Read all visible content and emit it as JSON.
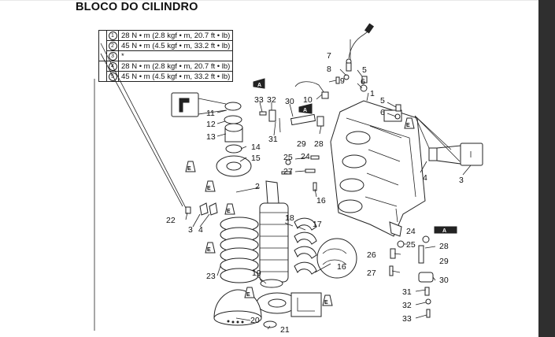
{
  "title": "BLOCO DO CILINDRO",
  "torque_specs": [
    {
      "num": "1",
      "text": "28 N • m (2.8 kgf • m, 20.7 ft • lb)"
    },
    {
      "num": "2",
      "text": "45 N • m (4.5 kgf • m, 33.2 ft • lb)"
    },
    {
      "num": "3",
      "text": "*"
    },
    {
      "num": "4",
      "text": "28 N • m (2.8 kgf • m, 20.7 ft • lb)"
    },
    {
      "num": "5",
      "text": "45 N • m (4.5 kgf • m, 33.2 ft • lb)"
    }
  ],
  "callouts": [
    "1",
    "2",
    "3",
    "4",
    "5",
    "6",
    "7",
    "8",
    "9",
    "10",
    "11",
    "12",
    "13",
    "14",
    "15",
    "16",
    "17",
    "18",
    "19",
    "20",
    "21",
    "22",
    "23",
    "24",
    "25",
    "26",
    "27",
    "28",
    "29",
    "30",
    "31",
    "32",
    "33"
  ],
  "badges": {
    "lube": "E",
    "tool": "A"
  }
}
